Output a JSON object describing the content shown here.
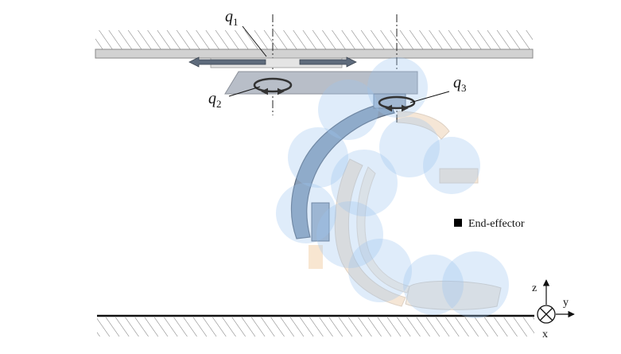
{
  "joints": [
    {
      "symbol": "q",
      "index": "1"
    },
    {
      "symbol": "q",
      "index": "2"
    },
    {
      "symbol": "q",
      "index": "3"
    }
  ],
  "legend": {
    "label": "End-effector",
    "marker": "square-marker"
  },
  "axes": {
    "z": "z",
    "y": "y",
    "x": "x"
  },
  "colors": {
    "sphere_fill": "#9cc3ef",
    "arm_fill": "#7e93ad",
    "rail_fill": "#cfcfcf",
    "hatch": "#666666"
  }
}
